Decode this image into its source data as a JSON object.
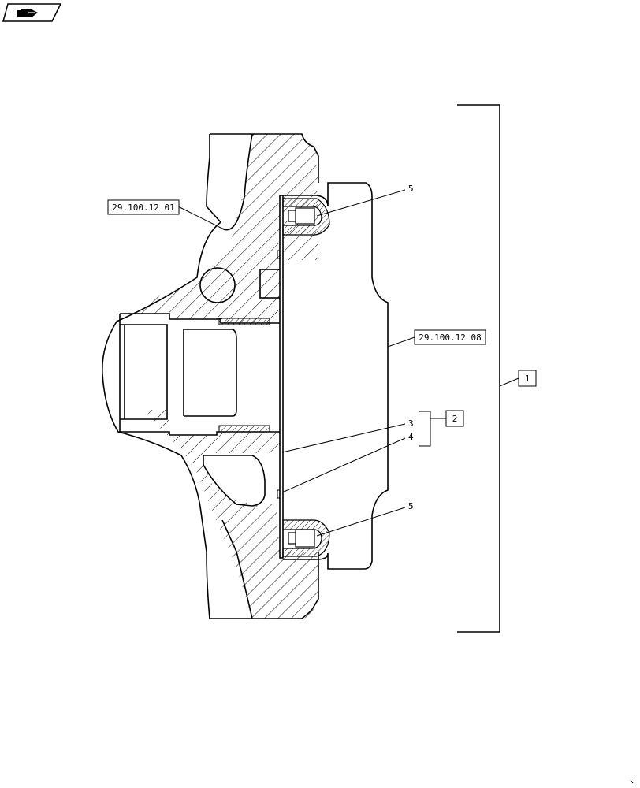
{
  "diagram": {
    "nav_icon": "hand-pointer-icon",
    "reference_labels": [
      "29.100.12 01",
      "29.100.12 08"
    ],
    "item_numbers": {
      "seal_top": "5",
      "gasket": "3",
      "oring": "4",
      "seal_bottom": "5"
    },
    "assembly_box": "1",
    "kit_box": "2"
  }
}
